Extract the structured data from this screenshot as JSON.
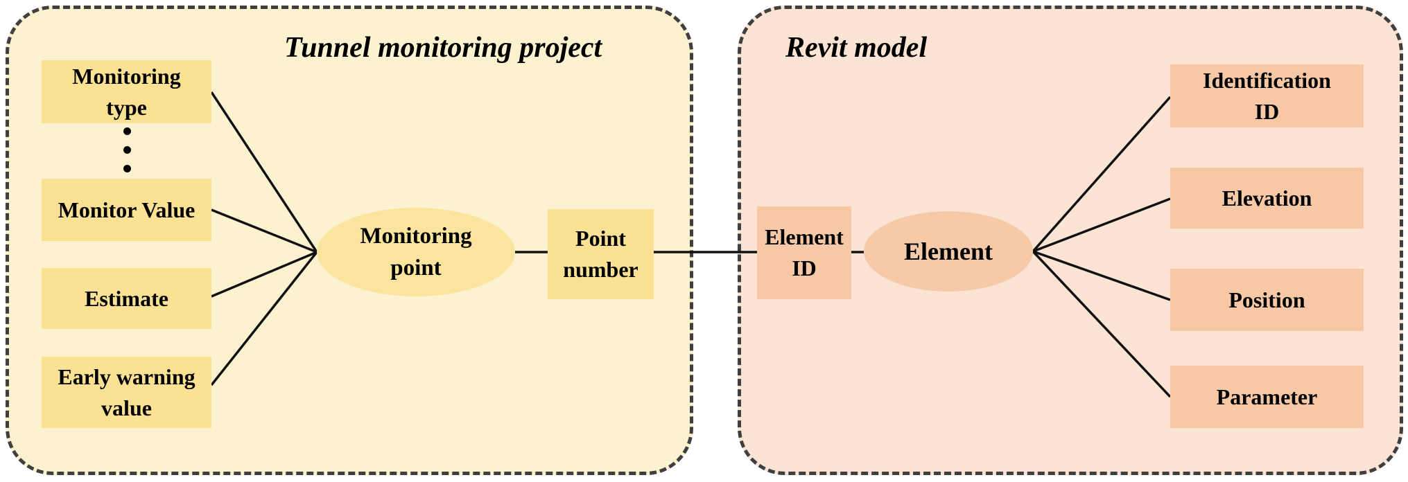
{
  "left_panel": {
    "title": "Tunnel monitoring project",
    "attributes": [
      {
        "label": "Monitoring\ntype"
      },
      {
        "label": "Monitor Value"
      },
      {
        "label": "Estimate"
      },
      {
        "label": "Early warning\nvalue"
      }
    ],
    "more_attributes_indicator": "vertical-ellipsis",
    "entity": {
      "label": "Monitoring\npoint"
    },
    "key_attribute": {
      "label": "Point\nnumber"
    }
  },
  "right_panel": {
    "title": "Revit model",
    "key_attribute": {
      "label": "Element\nID"
    },
    "entity": {
      "label": "Element"
    },
    "attributes": [
      {
        "label": "Identification\nID"
      },
      {
        "label": "Elevation"
      },
      {
        "label": "Position"
      },
      {
        "label": "Parameter"
      }
    ]
  },
  "colors": {
    "canvas_bg": "#FFFFFF",
    "left_panel_bg": "#FCF2CF",
    "left_node_fill": "#FAE193",
    "left_ellipse_fill": "#FAE49E",
    "right_panel_bg": "#FBE4D4",
    "right_node_fill": "#F6C8A5",
    "right_ellipse_fill": "#F6CAA9",
    "panel_border": "#3F3F3F",
    "connector_line": "#111111",
    "text": "#000000"
  }
}
